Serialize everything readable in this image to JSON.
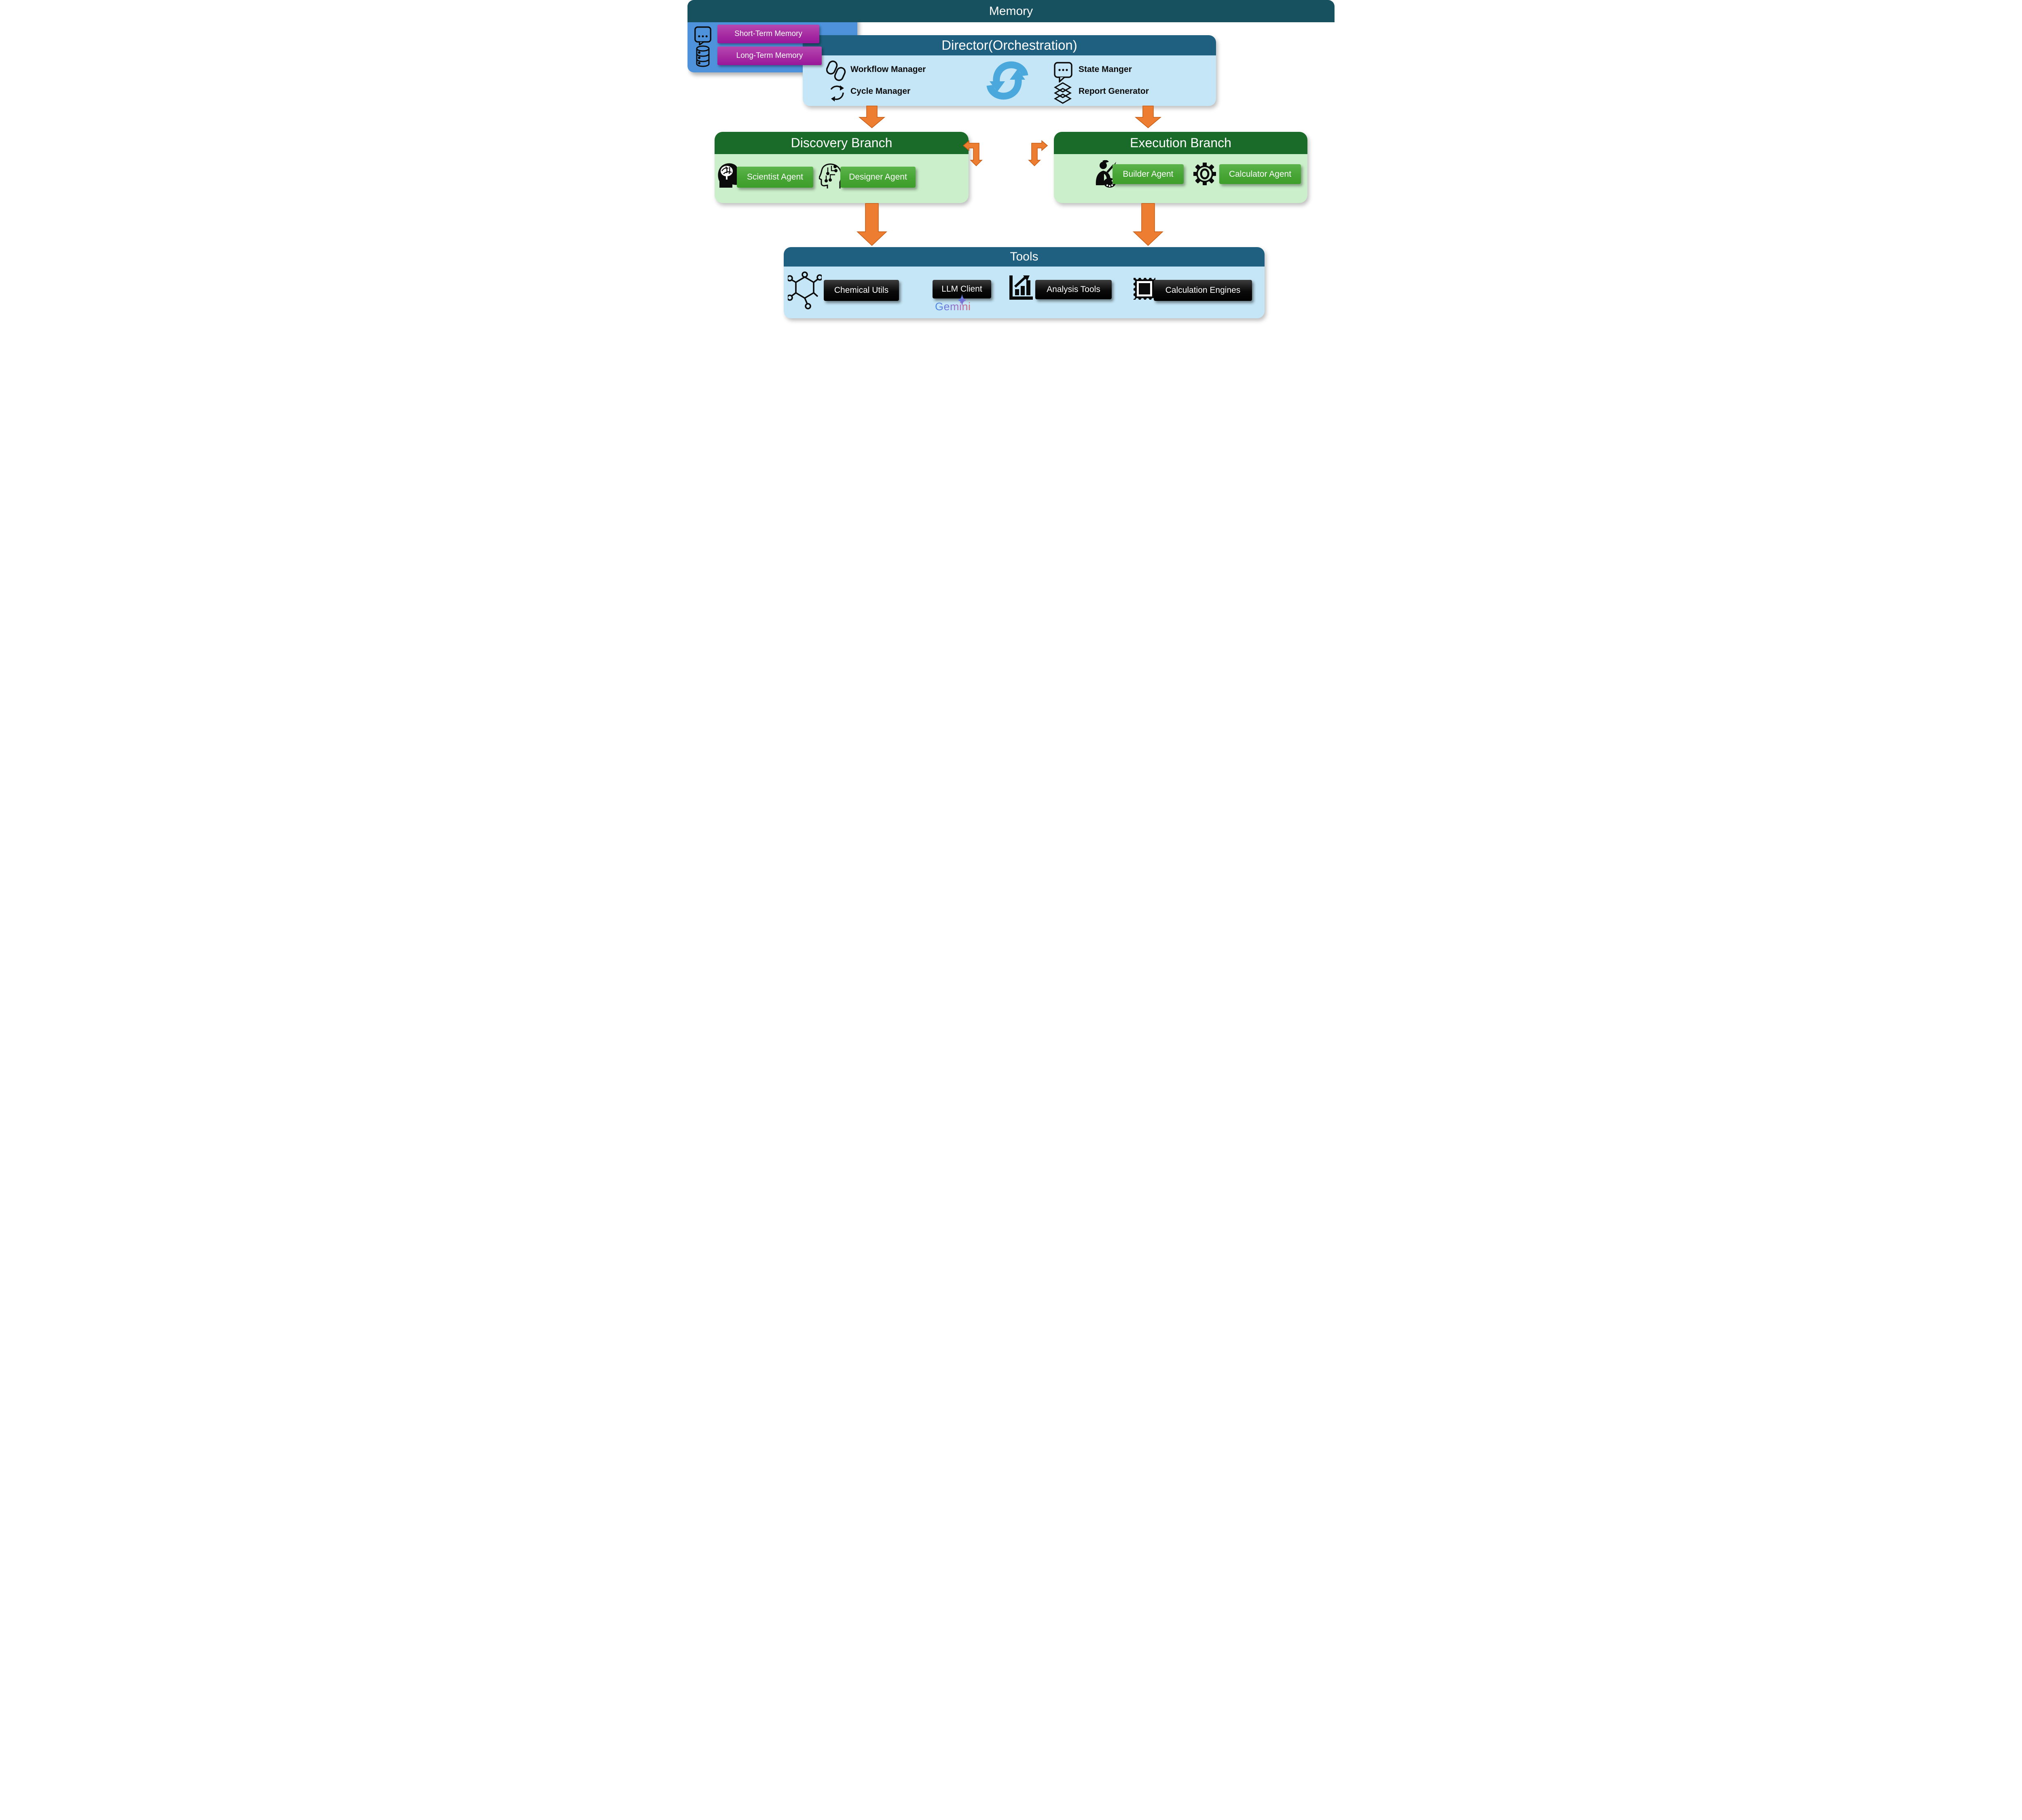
{
  "director": {
    "title": "Director(Orchestration)",
    "items": [
      {
        "label": "Workflow Manager",
        "icon": "chain-link-icon"
      },
      {
        "label": "Cycle Manager",
        "icon": "cycle-arrows-icon"
      },
      {
        "label": "State Manger",
        "icon": "speech-bubble-icon"
      },
      {
        "label": "Report Generator",
        "icon": "books-stack-icon"
      }
    ],
    "center_icon": "sync-cycle-icon"
  },
  "discovery": {
    "title": "Discovery Branch",
    "agents": [
      {
        "label": "Scientist Agent",
        "icon": "brain-head-icon"
      },
      {
        "label": "Designer Agent",
        "icon": "circuit-head-icon"
      }
    ]
  },
  "execution": {
    "title": "Execution Branch",
    "agents": [
      {
        "label": "Builder Agent",
        "icon": "builder-person-icon"
      },
      {
        "label": "Calculator Agent",
        "icon": "gear-icon"
      }
    ]
  },
  "memory": {
    "title": "Memory",
    "items": [
      {
        "label": "Short-Term Memory",
        "icon": "speech-bubble-icon"
      },
      {
        "label": "Long-Term Memory",
        "icon": "database-icon"
      }
    ]
  },
  "tools": {
    "title": "Tools",
    "items": [
      {
        "label": "Chemical Utils",
        "icon": "molecule-icon"
      },
      {
        "label": "LLM Client",
        "icon": "gemini-sparkle-icon"
      },
      {
        "label": "Analysis Tools",
        "icon": "bar-chart-icon"
      },
      {
        "label": "Calculation Engines",
        "icon": "chip-stamp-icon"
      }
    ],
    "gemini_label": "Gemini"
  },
  "colors": {
    "teal_header": "#1f5f7f",
    "memory_header": "#17505f",
    "light_blue_body": "#c5e6f6",
    "dark_green_header": "#1a6b2a",
    "light_green_body": "#cbefca",
    "agent_green": "#46a534",
    "memory_blue": "#4d92db",
    "magenta_box": "#a62ba2",
    "black_box": "#000000",
    "arrow_orange": "#ed7d31",
    "sync_icon_blue": "#4ba8dc"
  }
}
